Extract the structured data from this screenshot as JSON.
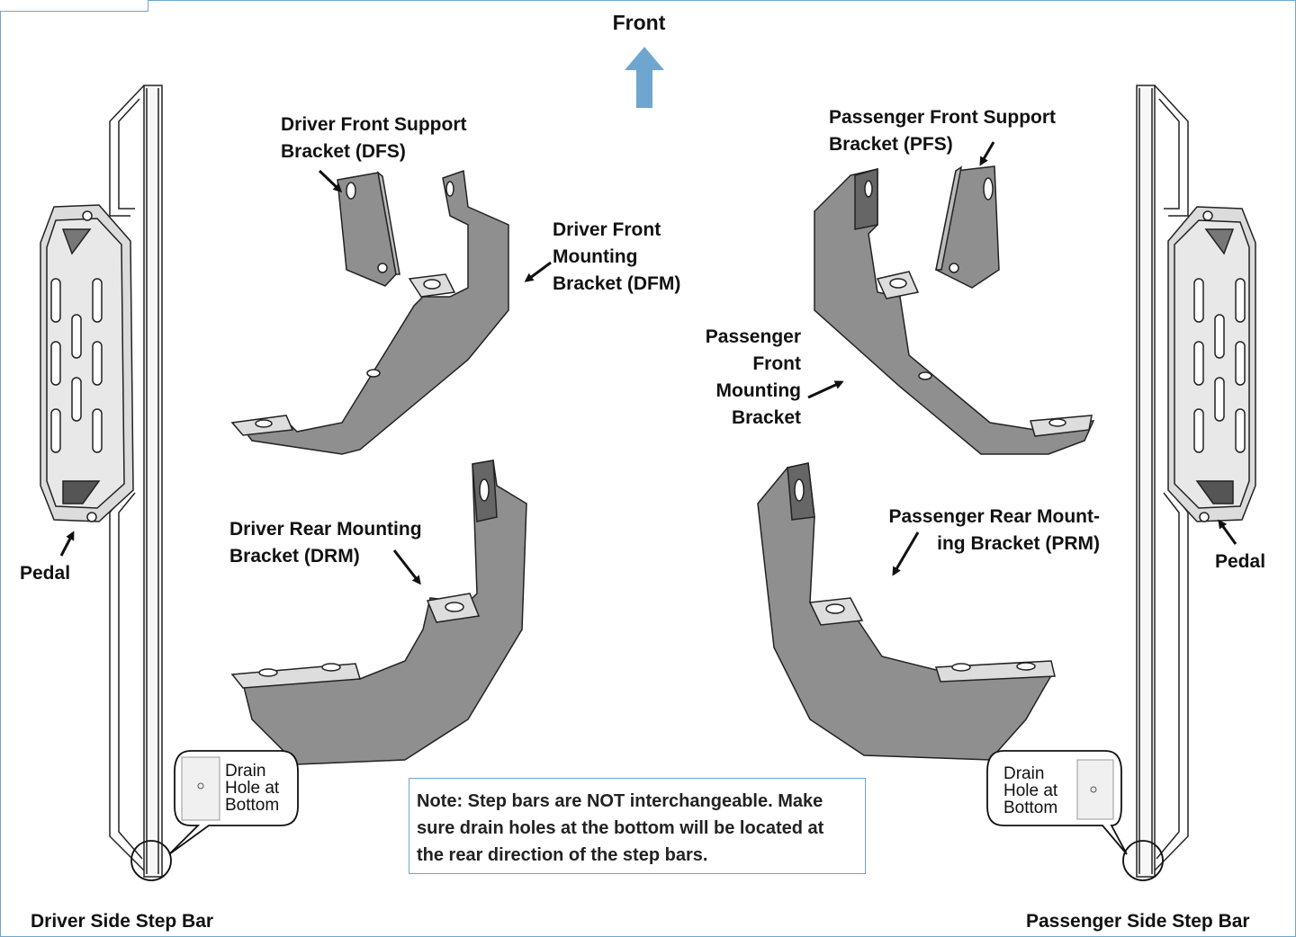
{
  "title": "Front",
  "labels": {
    "dfs": [
      "Driver Front Support",
      "Bracket (DFS)"
    ],
    "dfm": [
      "Driver Front",
      "Mounting",
      "Bracket (DFM)"
    ],
    "pfs": [
      "Passenger Front Support",
      "Bracket (PFS)"
    ],
    "pfm": [
      "Passenger",
      "Front",
      "Mounting",
      "Bracket"
    ],
    "drm": [
      "Driver Rear Mounting",
      "Bracket (DRM)"
    ],
    "prm": [
      "Passenger Rear Mount-",
      "ing Bracket (PRM)"
    ],
    "pedal_left": "Pedal",
    "pedal_right": "Pedal",
    "driver_bar": "Driver Side Step Bar",
    "passenger_bar": "Passenger Side Step Bar",
    "drain_left": [
      "Drain",
      "Hole at",
      "Bottom"
    ],
    "drain_right": [
      "Drain",
      "Hole at",
      "Bottom"
    ]
  },
  "note": [
    "Note: Step bars are NOT interchangeable. Make",
    "sure drain holes at the bottom will be located at",
    "the rear direction of the step bars."
  ],
  "colors": {
    "arrow": "#6ea6cf",
    "bracket": "#8f8f8f",
    "frame": "#6ea6cf"
  }
}
